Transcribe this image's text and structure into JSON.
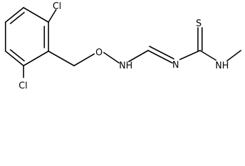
{
  "structure": {
    "atoms": {
      "cl_top": "Cl",
      "cl_bottom": "Cl",
      "oxygen": "O",
      "nh_oxyamine": "NH",
      "n_imine": "N",
      "sulfur": "S",
      "nh_methylamine": "NH"
    },
    "color": "#000000"
  }
}
